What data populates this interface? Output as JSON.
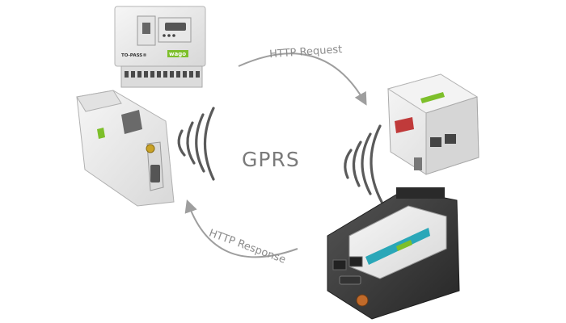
{
  "diagram": {
    "center_label": "GPRS",
    "request_label": "HTTP Request",
    "response_label": "HTTP Response",
    "brand_text": "wago",
    "topass_label": "TO-PASS®",
    "colors": {
      "arrow": "#9e9e9e",
      "wave": "#5a5a5a",
      "text": "#7a7a7a",
      "device_light": "#eeeeee",
      "device_shade": "#cfcfcf",
      "device_dark": "#3a3a3a",
      "brand_green": "#7dbf2a",
      "accent_teal": "#2aa7b8",
      "accent_red": "#c03a3a"
    },
    "icons": [
      "signal-waves-icon",
      "curved-arrow-icon"
    ]
  }
}
